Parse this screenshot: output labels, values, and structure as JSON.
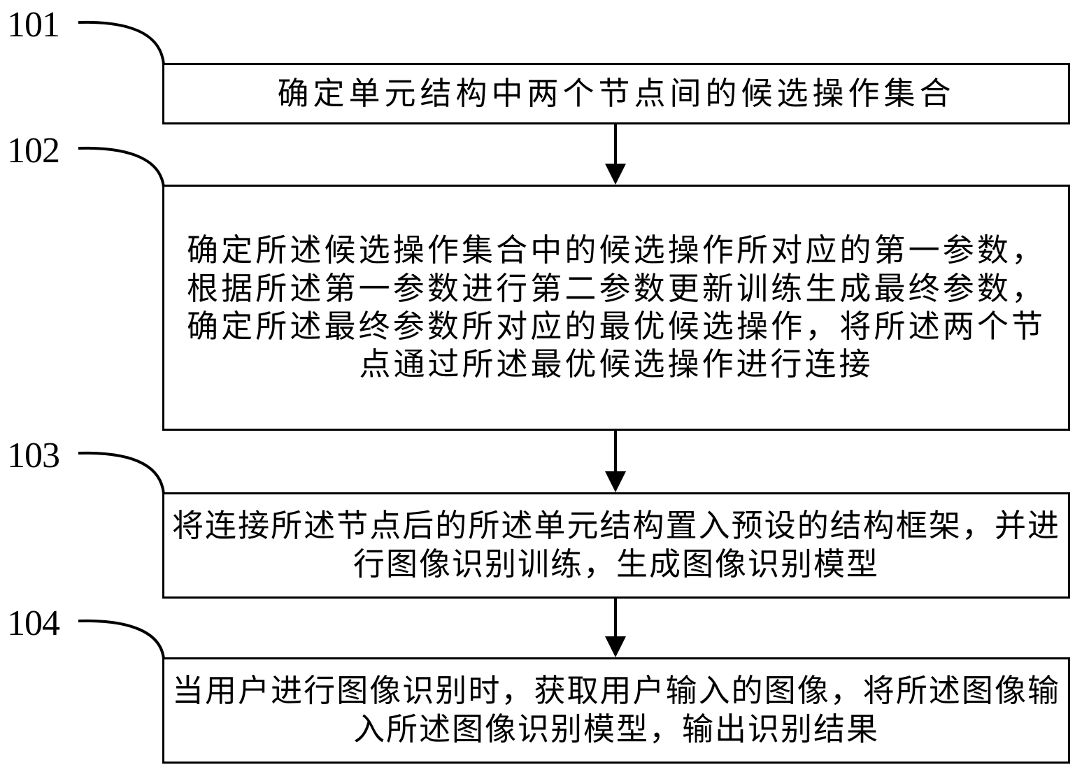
{
  "steps": [
    {
      "id": "101",
      "text": "确定单元结构中两个节点间的候选操作集合"
    },
    {
      "id": "102",
      "text": "确定所述候选操作集合中的候选操作所对应的第一参数，根据所述第一参数进行第二参数更新训练生成最终参数，确定所述最终参数所对应的最优候选操作，将所述两个节点通过所述最优候选操作进行连接"
    },
    {
      "id": "103",
      "text": "将连接所述节点后的所述单元结构置入预设的结构框架，并进行图像识别训练，生成图像识别模型"
    },
    {
      "id": "104",
      "text": "当用户进行图像识别时，获取用户输入的图像，将所述图像输入所述图像识别模型，输出识别结果"
    }
  ]
}
